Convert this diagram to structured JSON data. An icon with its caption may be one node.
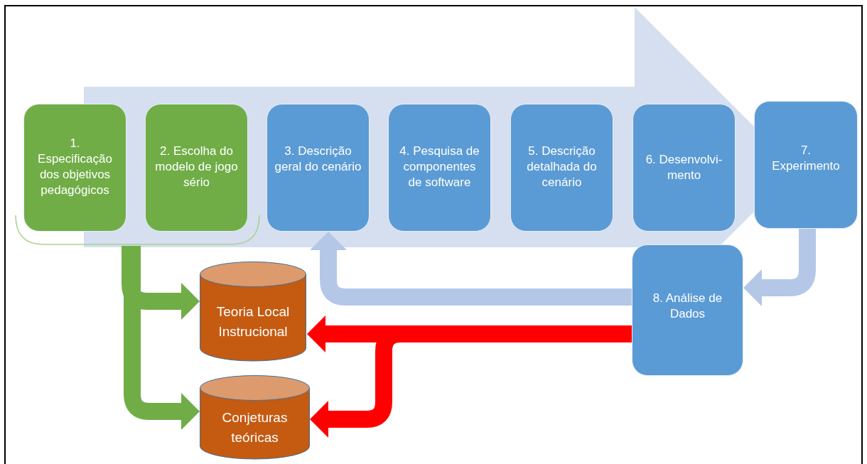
{
  "diagram": {
    "nodes": [
      {
        "text": [
          "1. Especificação dos objetivos pedagógicos"
        ]
      },
      {
        "text": [
          "2. Escolha do modelo de jogo sério"
        ]
      },
      {
        "text": [
          "3. Descrição geral do cenário"
        ]
      },
      {
        "text": [
          "4. Pesquisa de componentes de software"
        ]
      },
      {
        "text": [
          "5. Descrição detalhada do cenário"
        ]
      },
      {
        "text": [
          "6. Desenvolvi- mento"
        ]
      },
      {
        "text": [
          "7. Experimento"
        ]
      },
      {
        "text": [
          "8. Análise de Dados"
        ]
      },
      {
        "text": [
          "Teoria Local Instrucional"
        ]
      },
      {
        "text": [
          "Conjeturas teóricas"
        ]
      },
      {
        "text": [],
        "shape": "bracket"
      }
    ],
    "edges": [
      {
        "from": 10,
        "to": 8,
        "arrow": "to",
        "color": "#70ad47"
      },
      {
        "from": 10,
        "to": 9,
        "arrow": "to",
        "color": "#70ad47"
      },
      {
        "from": 6,
        "to": 7,
        "arrow": "to",
        "color": "#b4c7e7"
      },
      {
        "from": 7,
        "to": 2,
        "arrow": "to",
        "color": "#b4c7e7"
      },
      {
        "from": 7,
        "to": 8,
        "arrow": "to",
        "color": "#ff0000"
      },
      {
        "from": 7,
        "to": 9,
        "arrow": "to",
        "color": "#ff0000"
      }
    ]
  }
}
